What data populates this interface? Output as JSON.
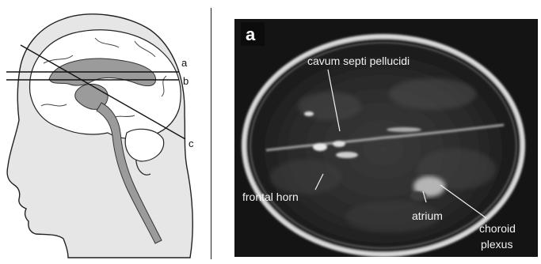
{
  "diagram": {
    "planes": {
      "a": "a",
      "b": "b",
      "c": "c"
    }
  },
  "ultrasound": {
    "panel_letter": "a",
    "labels": {
      "cavum": "cavum septi pellucidi",
      "frontal_horn": "frontal horn",
      "atrium": "atrium",
      "choroid_line1": "choroid",
      "choroid_line2": "plexus"
    }
  }
}
